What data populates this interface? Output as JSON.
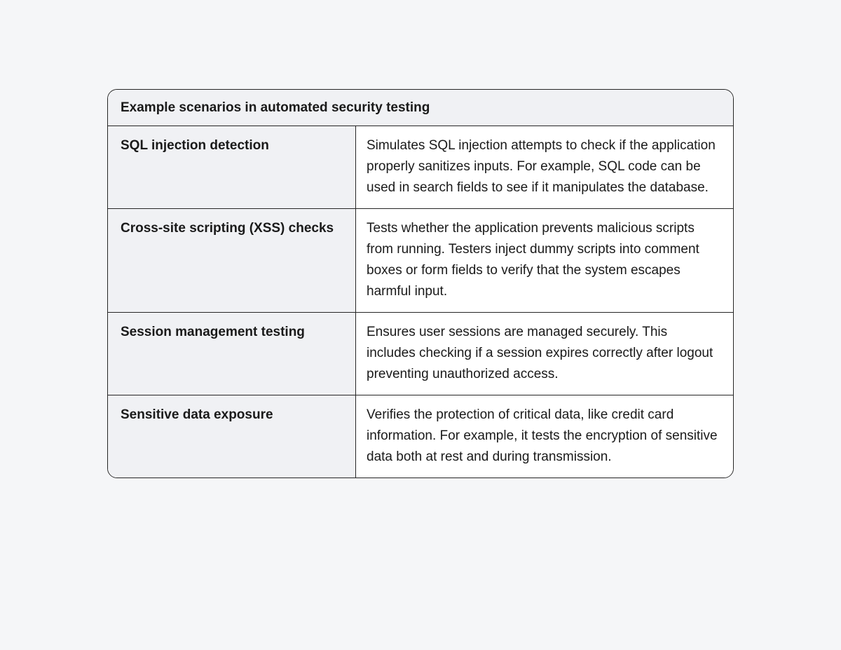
{
  "page": {
    "background_color": "#f5f6f8"
  },
  "table": {
    "title": "Example scenarios in automated security testing",
    "border_color": "#262626",
    "header_background": "#f0f1f4",
    "label_column_background": "#f0f1f4",
    "description_column_background": "#ffffff",
    "rows": [
      {
        "label": "SQL injection detection",
        "description": "Simulates SQL injection attempts to check if the application properly sanitizes inputs. For example, SQL code can be used in search fields to see if it manipulates the database."
      },
      {
        "label": "Cross-site scripting (XSS) checks",
        "description": "Tests whether the application prevents malicious scripts from running. Testers inject dummy scripts into comment boxes or form fields to verify that the system escapes harmful input."
      },
      {
        "label": "Session management testing",
        "description": "Ensures user sessions are managed securely. This includes checking if a session expires correctly after logout preventing unauthorized access."
      },
      {
        "label": "Sensitive data exposure",
        "description": "Verifies the protection of critical data, like credit card information. For example, it tests the encryption of sensitive data both at rest and during transmission."
      }
    ]
  }
}
